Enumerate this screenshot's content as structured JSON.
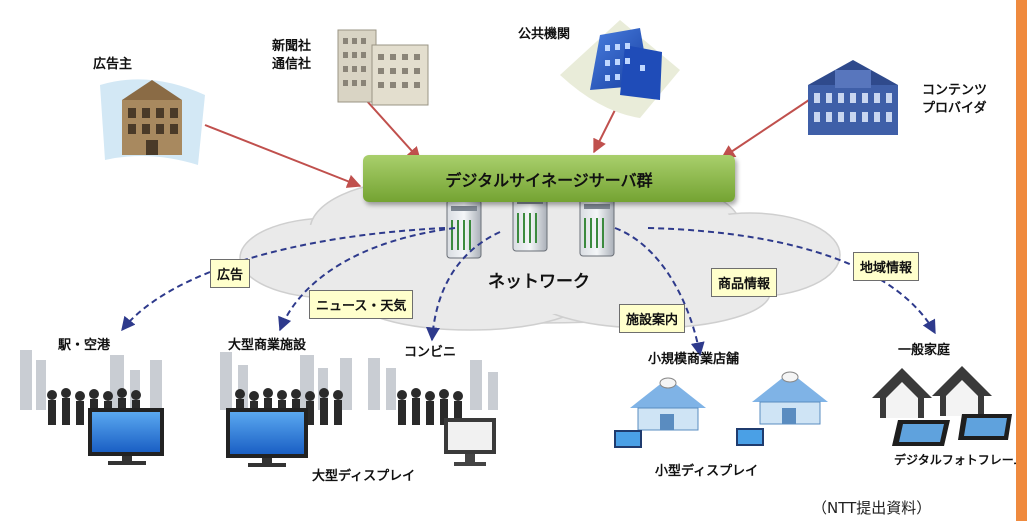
{
  "server_group": "デジタルサイネージサーバ群",
  "network": "ネットワーク",
  "sources": {
    "advertiser": "広告主",
    "newspaper": "新聞社\n通信社",
    "public": "公共機関",
    "provider": "コンテンツ\nプロバイダ"
  },
  "tags": {
    "ad": "広告",
    "news": "ニュース・天気",
    "product": "商品情報",
    "facility": "施設案内",
    "regional": "地域情報"
  },
  "destinations": {
    "station": "駅・空港",
    "mall": "大型商業施設",
    "convenience": "コンビニ",
    "small_store": "小規模商業店舗",
    "home": "一般家庭"
  },
  "display_types": {
    "large": "大型ディスプレイ",
    "small": "小型ディスプレイ",
    "frame": "デジタルフォトフレーム型"
  },
  "source_note": "（NTT提出資料）",
  "colors": {
    "server_bar": "#8fbc4f",
    "arrow_red": "#c0504d",
    "dashed_blue": "#2e3a8c",
    "tag_bg": "#ffffcc",
    "edge": "#ef8a3e"
  }
}
